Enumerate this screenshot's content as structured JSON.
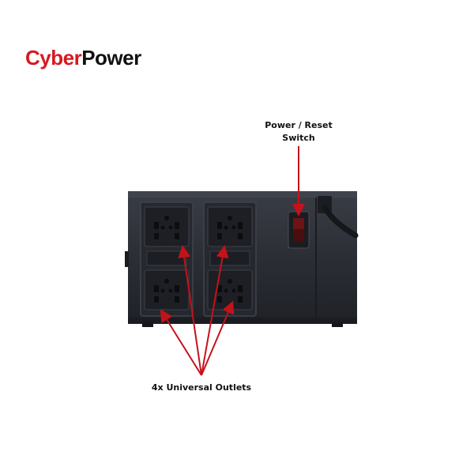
{
  "brand": {
    "logo_part1": "Cyber",
    "logo_part2": "Power"
  },
  "callouts": {
    "switch_line1": "Power / Reset",
    "switch_line2": "Switch",
    "outlets": "4x Universal Outlets"
  },
  "colors": {
    "brand_red": "#d71920",
    "device_body": "#2a2d34",
    "arrow": "#c4121a"
  }
}
